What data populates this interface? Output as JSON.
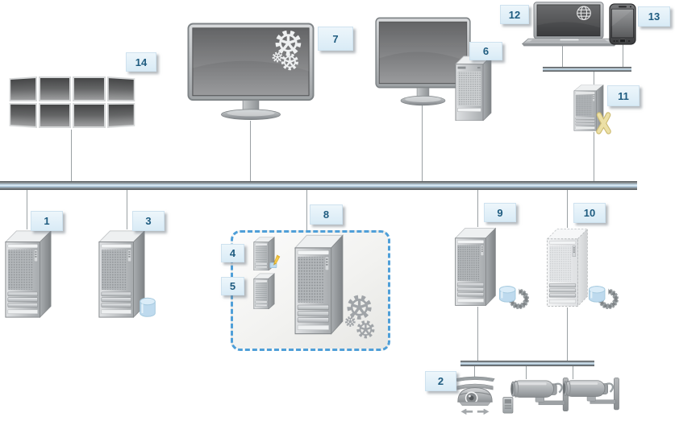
{
  "badges": {
    "b1": "1",
    "b2": "2",
    "b3": "3",
    "b4": "4",
    "b5": "5",
    "b6": "6",
    "b7": "7",
    "b8": "8",
    "b9": "9",
    "b10": "10",
    "b11": "11",
    "b12": "12",
    "b13": "13",
    "b14": "14"
  },
  "nodes": [
    {
      "badge": "1",
      "icon": "tower-server-icon"
    },
    {
      "badge": "2",
      "icon": "camera-group-icon"
    },
    {
      "badge": "3",
      "icon": "tower-server-icon",
      "attachment": "database-cylinder-icon"
    },
    {
      "badge": "4",
      "icon": "small-server-icon",
      "attachment": "pen-log-icon"
    },
    {
      "badge": "5",
      "icon": "small-server-icon"
    },
    {
      "badge": "6",
      "icon": "monitor-and-workstation-tower-icon"
    },
    {
      "badge": "7",
      "icon": "monitor-with-gears-icon"
    },
    {
      "badge": "8",
      "icon": "server-group-dashed-box",
      "attachment": "gears-icon"
    },
    {
      "badge": "9",
      "icon": "tower-server-icon",
      "attachment": "media-database-icon"
    },
    {
      "badge": "10",
      "icon": "ghost-tower-server-icon",
      "attachment": "media-database-icon"
    },
    {
      "badge": "11",
      "icon": "tower-server-icon",
      "attachment": "x-connector-icon"
    },
    {
      "badge": "12",
      "icon": "laptop-with-globe-icon"
    },
    {
      "badge": "13",
      "icon": "smartphone-icon"
    },
    {
      "badge": "14",
      "icon": "video-wall-icon"
    }
  ],
  "colors": {
    "accent_dashed_box": "#4f9fd8",
    "badge_bg": "#ddeef8",
    "badge_text": "#1f5c80",
    "bus_blue": "#a9c7dc",
    "connector_gray": "#9aa0a3",
    "database_blue": "#bedaee",
    "highlight_gold": "#ece0a6"
  }
}
